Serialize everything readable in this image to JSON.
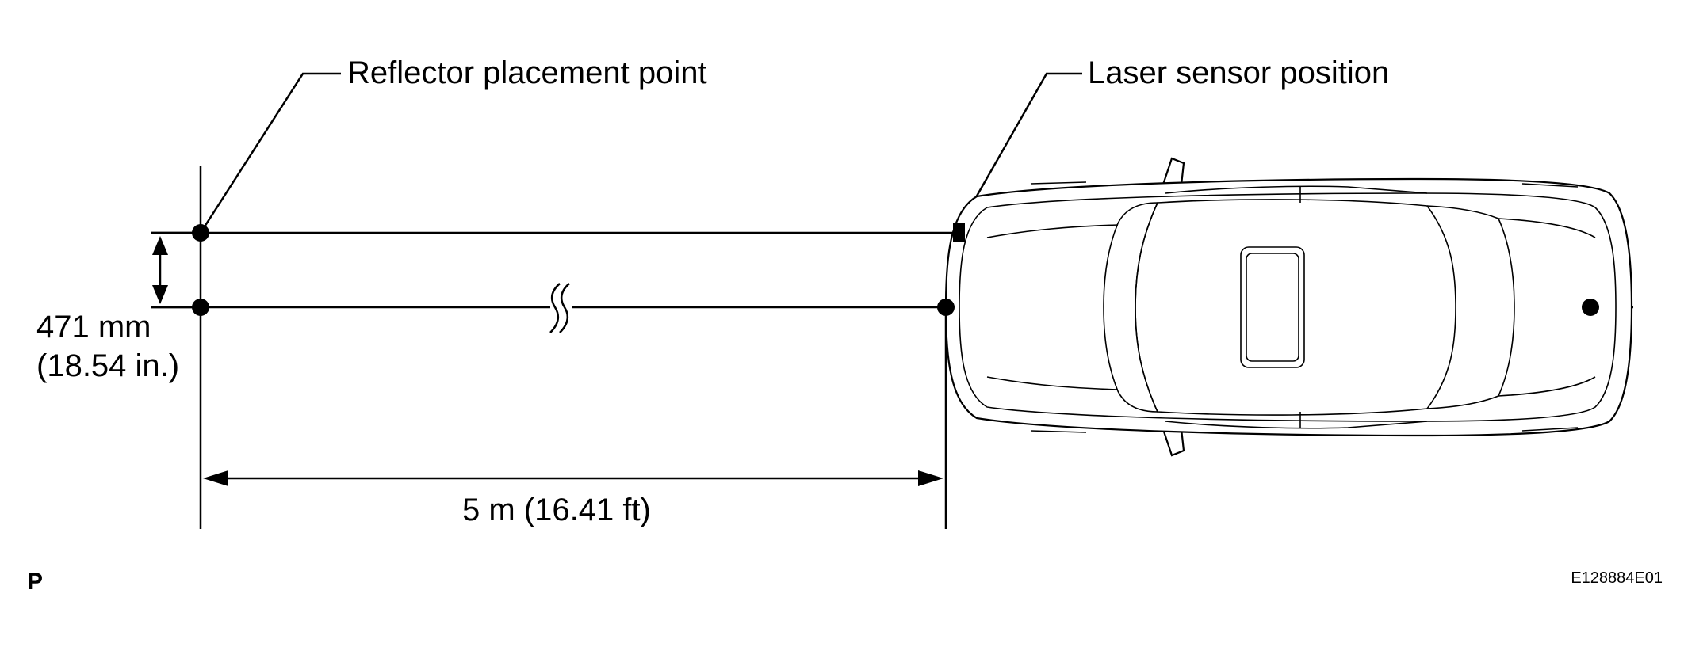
{
  "labels": {
    "reflector_point": "Reflector placement point",
    "laser_sensor": "Laser sensor position",
    "offset_mm": "471 mm",
    "offset_in": "(18.54 in.)",
    "distance": "5 m (16.41 ft)",
    "corner_letter": "P",
    "figure_code": "E128884E01"
  },
  "colors": {
    "ink": "#000000",
    "background": "#ffffff"
  }
}
